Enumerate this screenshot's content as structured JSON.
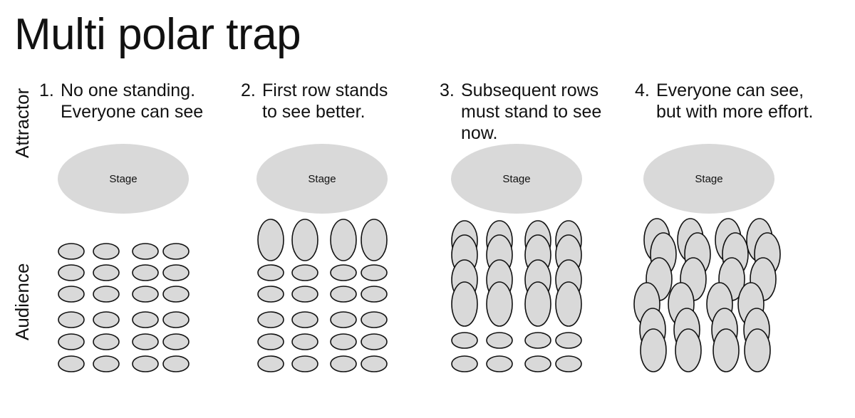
{
  "title": "Multi polar trap",
  "side_labels": {
    "top": "Attractor",
    "bottom": "Audience"
  },
  "panels": [
    {
      "number": "1.",
      "text": "No one standing.\nEveryone can see",
      "stage": "Stage"
    },
    {
      "number": "2.",
      "text": "First row stands\nto see better.",
      "stage": "Stage"
    },
    {
      "number": "3.",
      "text": "Subsequent rows\nmust stand to see\nnow.",
      "stage": "Stage"
    },
    {
      "number": "4.",
      "text": "Everyone can see,\nbut with more effort.",
      "stage": "Stage"
    }
  ],
  "colors": {
    "shape_fill": "#d9d9d9",
    "stroke": "#111111"
  }
}
